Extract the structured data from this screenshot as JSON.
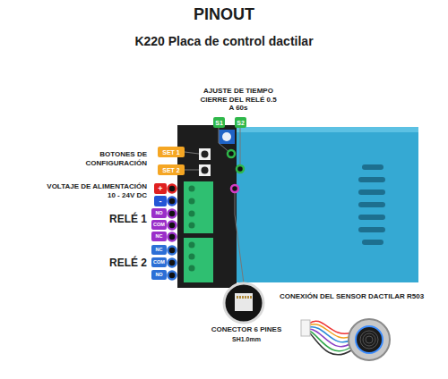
{
  "diagram": {
    "title": "PINOUT",
    "nodes": [
      {
        "text": [
          "S1"
        ]
      },
      {
        "text": [
          "S2"
        ]
      },
      {
        "text": [
          "SET 1"
        ]
      },
      {
        "text": [
          "SET 2"
        ]
      },
      {
        "text": [
          "+"
        ]
      },
      {
        "text": [
          "-"
        ]
      },
      {
        "text": [
          "NO"
        ]
      },
      {
        "text": [
          "COM"
        ]
      },
      {
        "text": [
          "NC"
        ]
      },
      {
        "text": [
          "NC"
        ]
      },
      {
        "text": [
          "COM"
        ]
      },
      {
        "text": [
          "NO"
        ]
      }
    ],
    "labels": [
      "K220 Placa de control dactilar",
      "AJUSTE DE TIEMPO CIERRE DEL RELÉ 0.5 A 60s",
      "BOTONES DE CONFIGURACIÓN",
      "VOLTAJE DE ALIMENTACIÓN 10 - 24V DC",
      "RELÉ 1",
      "RELÉ 2",
      "CONEXIÓN DEL SENSOR DACTILAR R503",
      "CONECTOR 6 PINES",
      "SH1.0mm"
    ]
  }
}
